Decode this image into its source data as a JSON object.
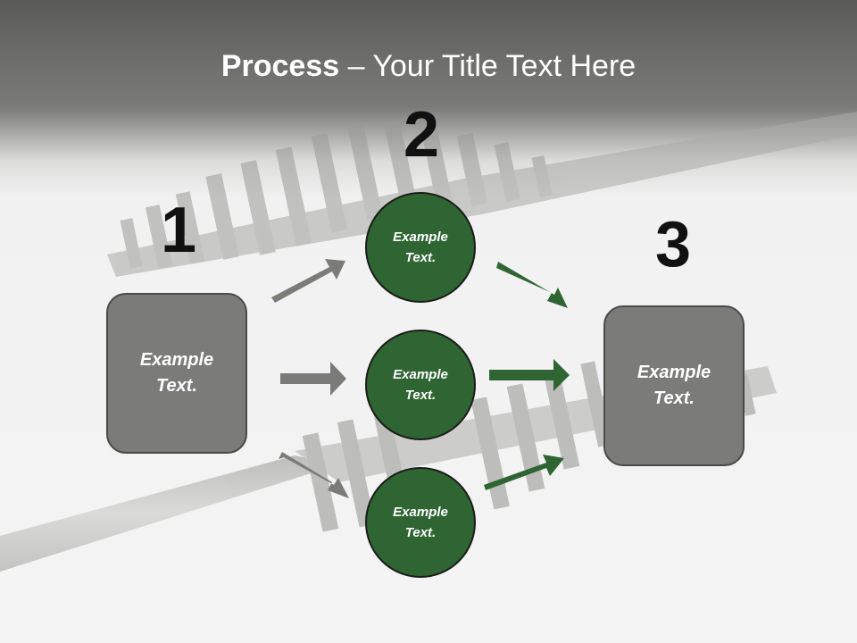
{
  "title": {
    "bold": "Process",
    "rest": " – Your Title Text Here"
  },
  "steps": {
    "one": {
      "number": "1",
      "text": "Example Text."
    },
    "two": {
      "number": "2"
    },
    "three": {
      "number": "3",
      "text": "Example Text."
    }
  },
  "circles": [
    {
      "text": "Example Text."
    },
    {
      "text": "Example Text."
    },
    {
      "text": "Example Text."
    }
  ],
  "colors": {
    "box_fill": "#7b7c78",
    "circle_fill": "#2f6532",
    "gray_arrow": "#7b7c78",
    "green_arrow": "#2f6532"
  }
}
